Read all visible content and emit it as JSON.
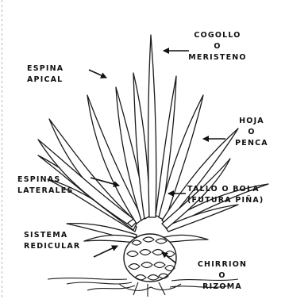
{
  "labels": {
    "cogollo_l1": "COGOLLO",
    "cogollo_l2": "O",
    "cogollo_l3": "MERISTENO",
    "espina_apical_l1": "ESPINA",
    "espina_apical_l2": "APICAL",
    "hoja_l1": "HOJA",
    "hoja_l2": "O",
    "hoja_l3": "PENCA",
    "espinas_laterales_l1": "ESPINAS",
    "espinas_laterales_l2": "LATERALES",
    "tallo_l1": "TALLO O BOLA",
    "tallo_l2": "(FUTURA PIÑA)",
    "sistema_l1": "SISTEMA",
    "sistema_l2": "REDICULAR",
    "chirrion_l1": "CHIRRION",
    "chirrion_l2": "O",
    "chirrion_l3": "RIZOMA"
  }
}
